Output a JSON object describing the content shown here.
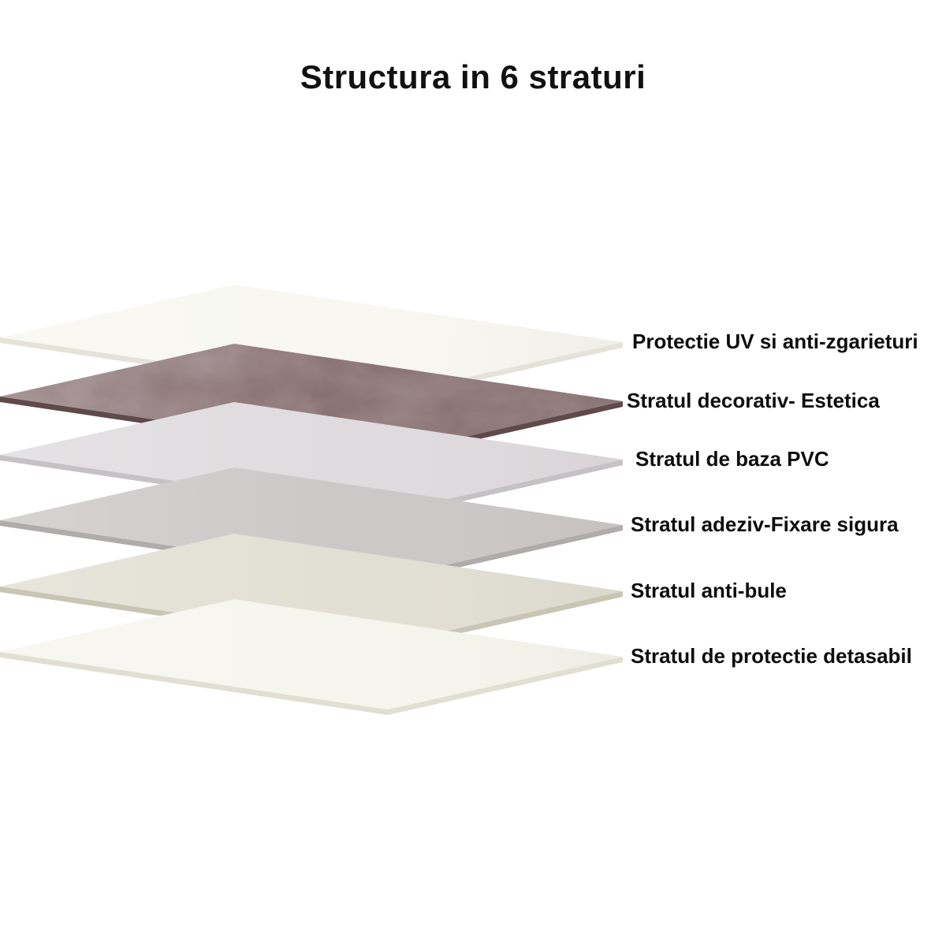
{
  "title": "Structura in 6 straturi",
  "layers": [
    {
      "label": "Protectie UV si anti-zgarieturi",
      "face": "#f8f7f1",
      "edge": "#e5e3d9"
    },
    {
      "label": "Stratul decorativ- Estetica",
      "face": "#7e6567",
      "edge": "#5f494b"
    },
    {
      "label": "Stratul de baza PVC",
      "face": "#dfdbde",
      "edge": "#c6c1c5"
    },
    {
      "label": "Stratul adeziv-Fixare sigura",
      "face": "#cdc8c8",
      "edge": "#b1acac"
    },
    {
      "label": "Stratul anti-bule",
      "face": "#e2dfd3",
      "edge": "#c8c5b5"
    },
    {
      "label": "Stratul de protectie detasabil",
      "face": "#f6f5ee",
      "edge": "#e1dfd3"
    }
  ]
}
